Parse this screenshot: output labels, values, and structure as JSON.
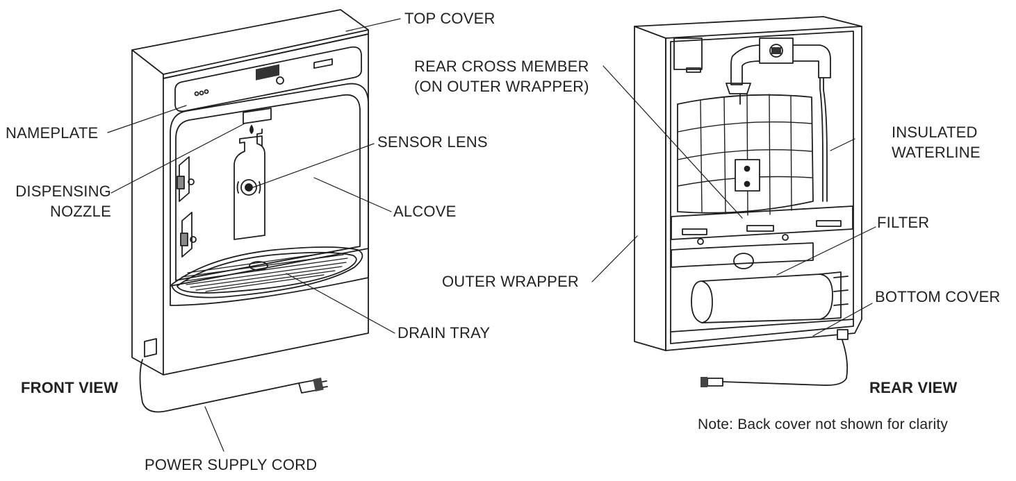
{
  "front": {
    "title": "FRONT VIEW",
    "labels": {
      "top_cover": "TOP COVER",
      "nameplate": "NAMEPLATE",
      "dispensing_nozzle_1": "DISPENSING",
      "dispensing_nozzle_2": "NOZZLE",
      "sensor_lens": "SENSOR LENS",
      "alcove": "ALCOVE",
      "drain_tray": "DRAIN TRAY",
      "power_supply_cord": "POWER SUPPLY CORD"
    }
  },
  "rear": {
    "title": "REAR VIEW",
    "labels": {
      "rear_cross_member_1": "REAR CROSS MEMBER",
      "rear_cross_member_2": "(ON OUTER WRAPPER)",
      "insulated_waterline_1": "INSULATED",
      "insulated_waterline_2": "WATERLINE",
      "filter": "FILTER",
      "outer_wrapper": "OUTER WRAPPER",
      "bottom_cover": "BOTTOM COVER"
    },
    "note": "Note: Back cover not shown for clarity"
  }
}
